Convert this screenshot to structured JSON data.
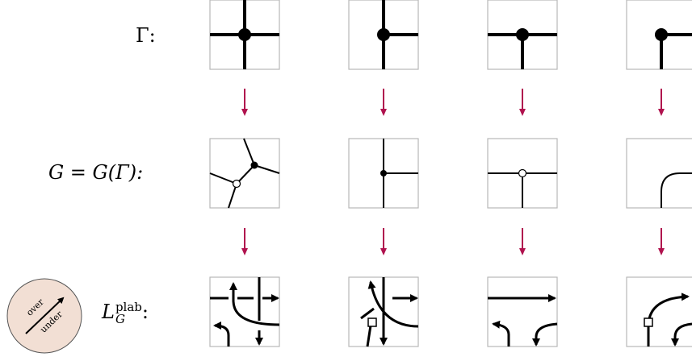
{
  "rows": {
    "gamma": {
      "label": "Γ:"
    },
    "plabic": {
      "label_left": "G = G(Γ):"
    },
    "link": {
      "symbol": "L",
      "sub": "G",
      "sup": "plab",
      "colon": ":"
    }
  },
  "legend": {
    "over": "over",
    "under": "under"
  },
  "colors": {
    "arrow": "#b0124e",
    "box_border": "#b8b8b8",
    "disk_fill": "#f2dfd4",
    "ink": "#000000"
  }
}
